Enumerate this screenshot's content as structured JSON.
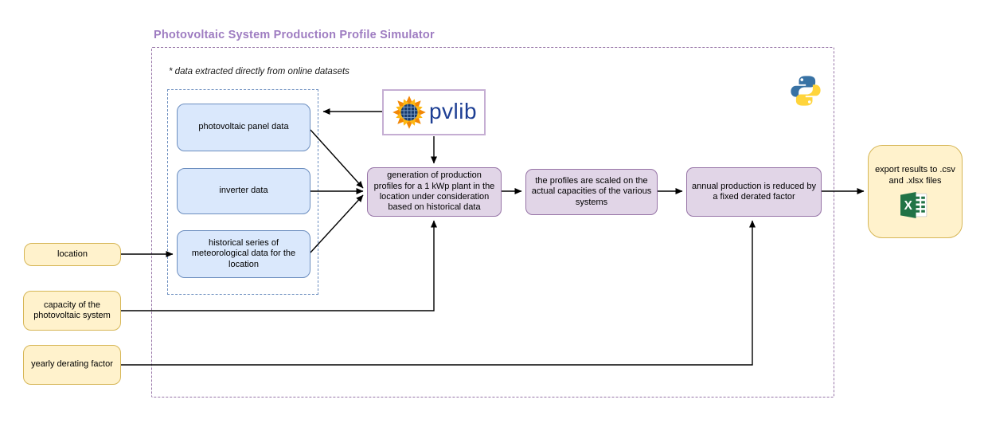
{
  "title": "Photovoltaic System Production Profile Simulator",
  "note": "* data extracted directly from online datasets",
  "colors": {
    "title_color": "#9e7cc1",
    "outer_border": "#9673a6",
    "blue_fill": "#dae8fc",
    "blue_border": "#6c8ebf",
    "purple_fill": "#e1d5e7",
    "purple_border": "#9673a6",
    "yellow_fill": "#fff2cc",
    "yellow_border": "#d6b656",
    "pvlib_border": "#c5aed3",
    "pvlib_text": "#1e3f94",
    "arrow_color": "#000000",
    "excel_green": "#217346",
    "python_blue": "#3872a4",
    "python_yellow": "#ffd43b",
    "sun_orange": "#f28705",
    "sun_yellow": "#fdb813",
    "sun_navy": "#173a6d"
  },
  "nodes": {
    "panel_data": {
      "label": "photovoltaic panel data"
    },
    "inverter_data": {
      "label": "inverter data"
    },
    "meteo_data": {
      "label": "historical series of meteorological data for the location"
    },
    "generation": {
      "label": "generation of production profiles for a 1 kWp plant in the location under consideration based on historical data"
    },
    "scaling": {
      "label": "the profiles are scaled on the actual capacities of the various systems"
    },
    "derating": {
      "label": "annual production is reduced by a fixed derated factor"
    },
    "export": {
      "label": "export results to .csv and .xlsx files"
    },
    "location": {
      "label": "location"
    },
    "capacity": {
      "label": "capacity of the photovoltaic system"
    },
    "yearly_derating": {
      "label": "yearly derating factor"
    }
  },
  "logos": {
    "pvlib": {
      "label": "pvlib"
    },
    "python": {
      "icon": "python-logo-icon"
    },
    "excel": {
      "icon": "excel-icon"
    }
  }
}
